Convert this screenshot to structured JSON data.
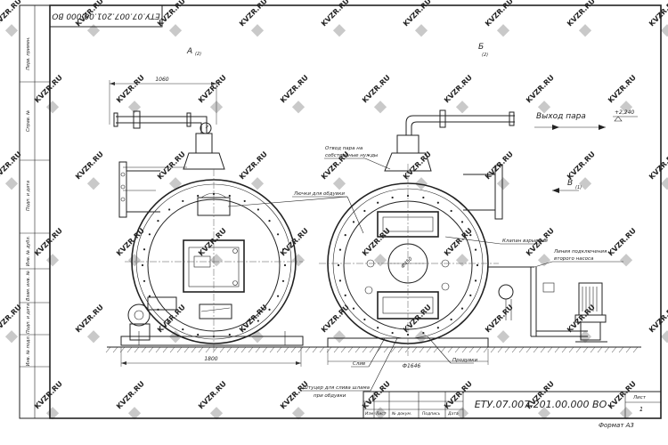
{
  "title_block": {
    "designation": "ЕТУ.07.007.201.00.000  ВО",
    "designation_rotated": "ЕТУ.07.007.201.00.000 ВО",
    "format": "Формат  А3",
    "sheet_label": "Лист",
    "sheet_value": "1",
    "row_headers": [
      "Изм",
      "Лист",
      "№ докум.",
      "Подпись",
      "Дата"
    ],
    "left_strip": [
      "Перв. примен.",
      "Справ. №",
      "Подп. и дата",
      "Инв. № дубл.",
      "Взам. инв. №",
      "Подп. и дата",
      "Инв. № подл."
    ]
  },
  "view_labels": {
    "view_a": "А",
    "view_a_sub": "(2)",
    "view_b": "Б",
    "view_b_sub": "(2)",
    "view_v": "В",
    "view_v_sub": "(1)"
  },
  "dimensions": {
    "top_width": "1060",
    "bottom_width": "1800",
    "diameter_shell": "Ф1646",
    "diameter_hatch": "Ф450",
    "elevation": "+2,240"
  },
  "annotations": {
    "steam_out": "Выход пара",
    "steam_own_needs": [
      "Отвод пара на",
      "собственные нужды"
    ],
    "blowdown_hatches": "Лючки для обдувки",
    "explosion_valve": "Клапан взрывной",
    "second_pump_line": [
      "Линия подключения",
      "второго насоса"
    ],
    "drain": "Слив",
    "purges": "Продувки",
    "sludge_fitting": [
      "Штуцер для слива шлама",
      "при обдувки"
    ]
  },
  "watermark": "KVZR.RU",
  "colors": {
    "line": "#222222",
    "watermark": "#c9c9c9"
  }
}
